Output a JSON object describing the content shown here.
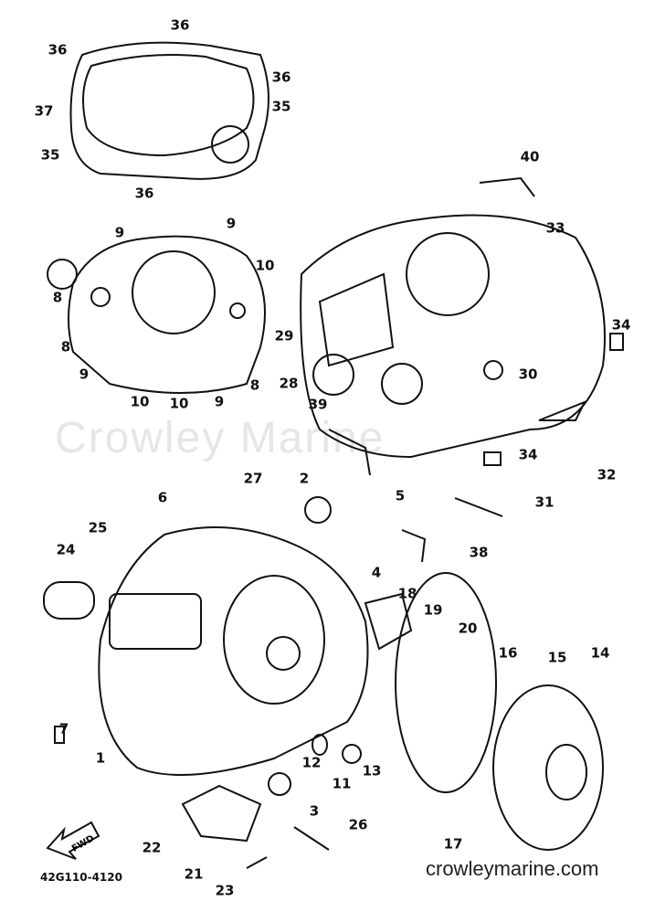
{
  "diagram": {
    "part_code": "42G110-4120",
    "watermark": "Crowley Marine",
    "site": "crowleymarine.com",
    "direction_arrow": "FWD",
    "callouts": [
      "36",
      "36",
      "36",
      "37",
      "35",
      "35",
      "36",
      "9",
      "9",
      "10",
      "8",
      "8",
      "9",
      "10",
      "10",
      "9",
      "8",
      "40",
      "33",
      "34",
      "29",
      "28",
      "30",
      "39",
      "34",
      "32",
      "31",
      "27",
      "2",
      "5",
      "6",
      "25",
      "24",
      "4",
      "38",
      "18",
      "19",
      "20",
      "16",
      "15",
      "14",
      "7",
      "1",
      "12",
      "11",
      "13",
      "3",
      "22",
      "26",
      "21",
      "23",
      "17"
    ]
  }
}
